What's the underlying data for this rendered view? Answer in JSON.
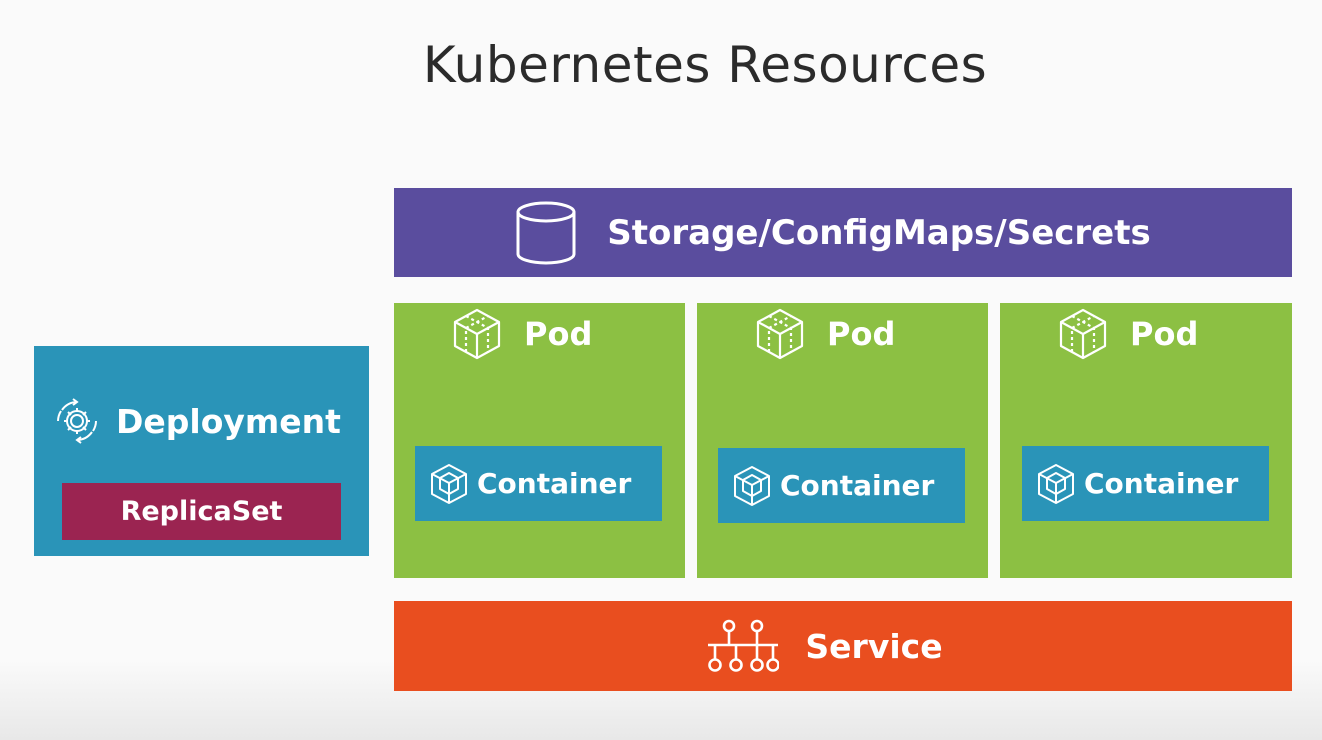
{
  "title": "Kubernetes Resources",
  "storage": {
    "label": "Storage/ConfigMaps/Secrets",
    "icon": "database-cylinder-icon",
    "color": "#5a4d9e"
  },
  "pods": [
    {
      "label": "Pod",
      "icon": "cube-icon",
      "container": {
        "label": "Container",
        "icon": "container-cube-icon"
      }
    },
    {
      "label": "Pod",
      "icon": "cube-icon",
      "container": {
        "label": "Container",
        "icon": "container-cube-icon"
      }
    },
    {
      "label": "Pod",
      "icon": "cube-icon",
      "container": {
        "label": "Container",
        "icon": "container-cube-icon"
      }
    }
  ],
  "service": {
    "label": "Service",
    "icon": "network-tree-icon",
    "color": "#e94e1f"
  },
  "deployment": {
    "label": "Deployment",
    "icon": "gear-cycle-icon",
    "replicaset_label": "ReplicaSet",
    "color": "#2a94b8",
    "replicaset_color": "#9b2451"
  },
  "colors": {
    "pod": "#8cc043",
    "container": "#2a94b8"
  }
}
